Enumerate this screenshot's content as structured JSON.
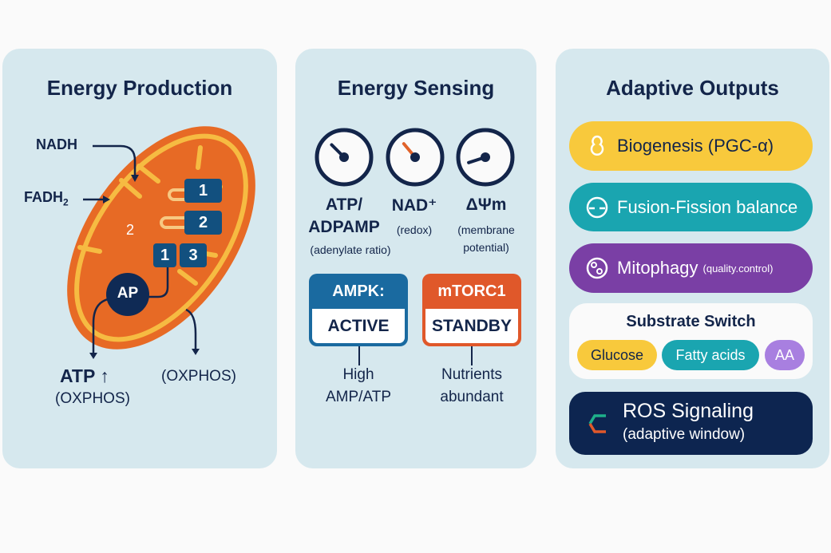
{
  "panels": {
    "production": {
      "title": "Energy Production",
      "inputs": {
        "nadh": "NADH",
        "fadh_main": "FADH",
        "fadh_sub": "2"
      },
      "complexes": [
        "1",
        "2",
        "1",
        "3"
      ],
      "matrix_label": "2",
      "synthase_label": "AP",
      "outputs": {
        "atp": "ATP",
        "atp_arrow": "↑",
        "atp_sub": "(OXPHOS)",
        "right": "(OXPHOS)"
      }
    },
    "sensing": {
      "title": "Energy Sensing",
      "gauges": [
        {
          "icon": "gauge-icon",
          "title_line1": "ATP/",
          "title_line2": "ADPAMP",
          "subtitle": "(adenylate ratio)",
          "needle_angle_deg": -45,
          "needle_color": "#13254a"
        },
        {
          "icon": "gauge-icon",
          "title_line1": "NAD⁺",
          "subtitle": "(redox)",
          "needle_angle_deg": -40,
          "needle_color": "#e0622a"
        },
        {
          "icon": "gauge-icon",
          "title_line1": "ΔΨm",
          "subtitle_line1": "(membrane",
          "subtitle_line2": "potential)",
          "needle_angle_deg": -108,
          "needle_color": "#13254a"
        }
      ],
      "ampk": {
        "header": "AMPK:",
        "state": "ACTIVE",
        "trigger_line1": "High",
        "trigger_line2": "AMP/ATP",
        "color": "#1a6aa0"
      },
      "mtorc1": {
        "header": "mTORC1",
        "state": "STANDBY",
        "trigger_line1": "Nutrients",
        "trigger_line2": "abundant",
        "color": "#e0582a"
      }
    },
    "outputs": {
      "title": "Adaptive Outputs",
      "items": [
        {
          "icon": "biogenesis-icon",
          "label": "Biogenesis (PGC-α)",
          "color": "#f8c93c"
        },
        {
          "icon": "fusion-fission-icon",
          "label": "Fusion-Fission balance",
          "color": "#1aa5b0"
        },
        {
          "icon": "mitophagy-icon",
          "label": "Mitophagy",
          "note": "(quality.control)",
          "color": "#7a3fa5"
        }
      ],
      "substrate": {
        "title": "Substrate Switch",
        "chips": [
          {
            "label": "Glucose",
            "color": "#f8c93c"
          },
          {
            "label": "Fatty acids",
            "color": "#1aa5b0"
          },
          {
            "label": "AA",
            "color": "#a87fe0"
          }
        ]
      },
      "ros": {
        "icon": "ros-bracket-icon",
        "title": "ROS Signaling",
        "subtitle": "(adaptive window)",
        "color": "#0d2550"
      }
    }
  }
}
